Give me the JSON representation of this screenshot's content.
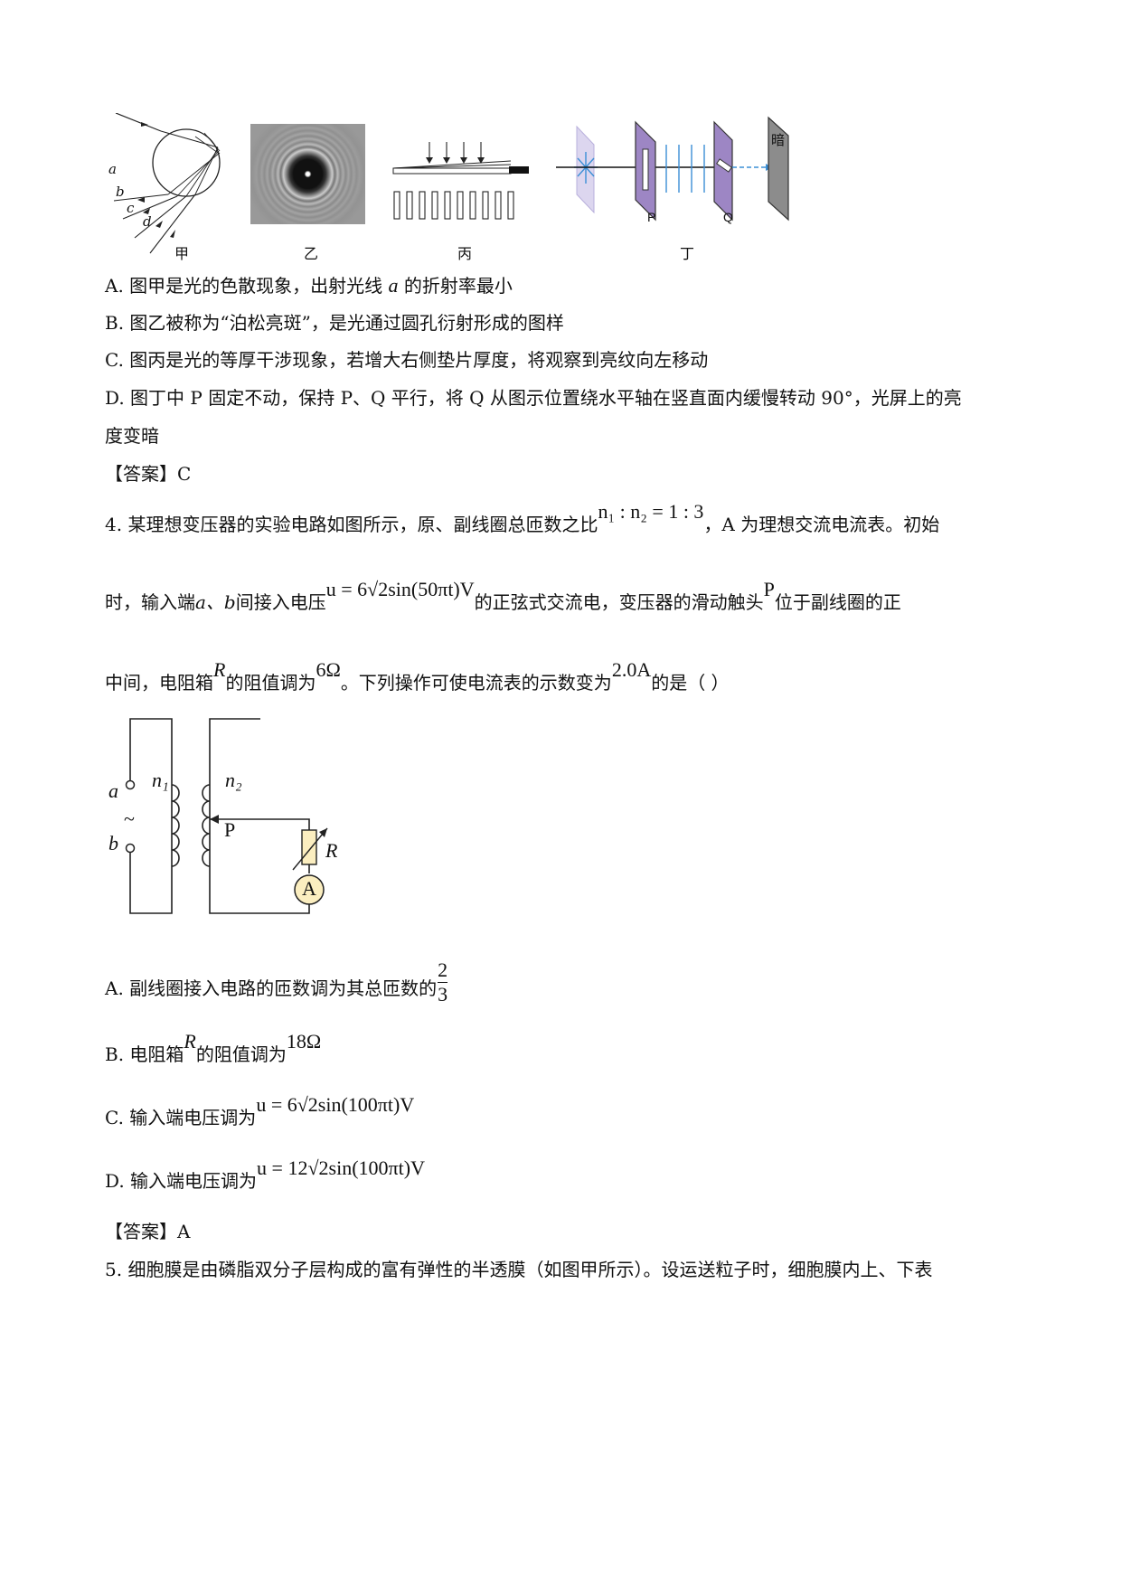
{
  "figures_top": {
    "labels": [
      "甲",
      "乙",
      "丙",
      "丁"
    ],
    "ray_labels": [
      "a",
      "b",
      "c",
      "d"
    ],
    "polarizer_labels": [
      "P",
      "Q"
    ],
    "screen_label": "暗"
  },
  "q3": {
    "options": [
      "A. 图甲是光的色散现象，出射光线",
      "的折射率最小",
      "B. 图乙被称为“泊松亮斑”，是光通过圆孔衍射形成的图样",
      "C. 图丙是光的等厚干涉现象，若增大右侧垫片厚度，将观察到亮纹向左移动",
      "D. 图丁中 P 固定不动，保持 P、Q 平行，将 Q 从图示位置绕水平轴在竖直面内缓慢转动 90°，光屏上的亮",
      "度变暗"
    ],
    "option_a_var": "a",
    "answer": "【答案】C"
  },
  "q4": {
    "stem_1a": "4. 某理想变压器的实验电路如图所示，原、副线圈总匝数之比",
    "ratio": "n₁ : n₂ = 1 : 3",
    "stem_1b": "，A 为理想交流电流表。初始",
    "stem_2a": "时，输入端",
    "stem_2_ab": "a、b",
    "stem_2b": "间接入电压",
    "voltage": "u = 6√2sin(50πt)V",
    "stem_2c": "的正弦式交流电，变压器的滑动触头",
    "stem_2_p": "P",
    "stem_2d": "位于副线圈的正",
    "stem_3a": "中间，电阻箱",
    "stem_3_r": "R",
    "stem_3b": "的阻值调为",
    "resistance": "6Ω",
    "stem_3c": "。下列操作可使电流表的示数变为",
    "current": "2.0A",
    "stem_3d": "的是（     ）",
    "circuit": {
      "terminal_a": "a",
      "terminal_b": "b",
      "tilde": "~",
      "n1": "n₁",
      "n2": "n₂",
      "slider": "P",
      "resistor": "R",
      "ammeter": "A"
    },
    "option_a_text": "A. 副线圈接入电路的匝数调为其总匝数的",
    "option_a_num": "2",
    "option_a_den": "3",
    "option_b_text": "B. 电阻箱",
    "option_b_r": "R",
    "option_b_text2": "的阻值调为",
    "option_b_val": "18Ω",
    "option_c_text": "C. 输入端电压调为",
    "option_c_val": "u = 6√2sin(100πt)V",
    "option_d_text": "D. 输入端电压调为",
    "option_d_val": "u = 12√2sin(100πt)V",
    "answer": "【答案】A"
  },
  "q5": {
    "stem": "5. 细胞膜是由磷脂双分子层构成的富有弹性的半透膜（如图甲所示）。设运送粒子时，细胞膜内上、下表"
  }
}
